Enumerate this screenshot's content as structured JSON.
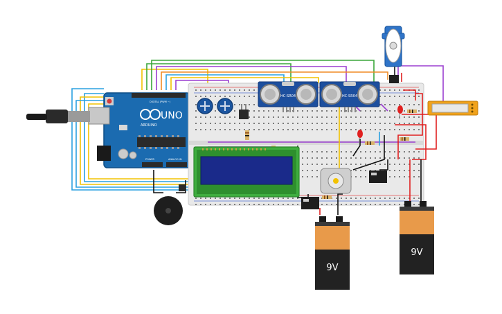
{
  "arduino": {
    "brand": "UNO",
    "sub": "ARDUINO",
    "header_top": "DIGITAL (PWM ~)",
    "header_power": "POWER",
    "header_analog": "ANALOG IN"
  },
  "sensors": [
    {
      "label": "HC-SR04"
    },
    {
      "label": "HC-SR04"
    }
  ],
  "batteries": [
    {
      "label": "9V"
    },
    {
      "label": "9V"
    }
  ],
  "colors": {
    "arduino_blue": "#1b6bb0",
    "breadboard": "#e9e9e9",
    "sensor_blue": "#1d4f9e",
    "lcd_green": "#3fae3f",
    "lcd_screen": "#1a2a8a",
    "battery_orange": "#e89a4a",
    "battery_black": "#222222",
    "servo_blue": "#2f74c8",
    "relay_black": "#1e1e1e",
    "wire_red": "#e02020",
    "wire_black": "#111111",
    "wire_yellow": "#f2c200",
    "wire_purple": "#9b3fd0",
    "wire_green": "#3aa63a",
    "wire_blue": "#2aa0e0",
    "wire_orange": "#f08a24"
  },
  "icons": [
    "usb-cable-icon",
    "potentiometer-icon",
    "buzzer-icon",
    "dc-motor-icon",
    "servo-icon",
    "led-icon",
    "resistor-icon",
    "relay-icon"
  ]
}
